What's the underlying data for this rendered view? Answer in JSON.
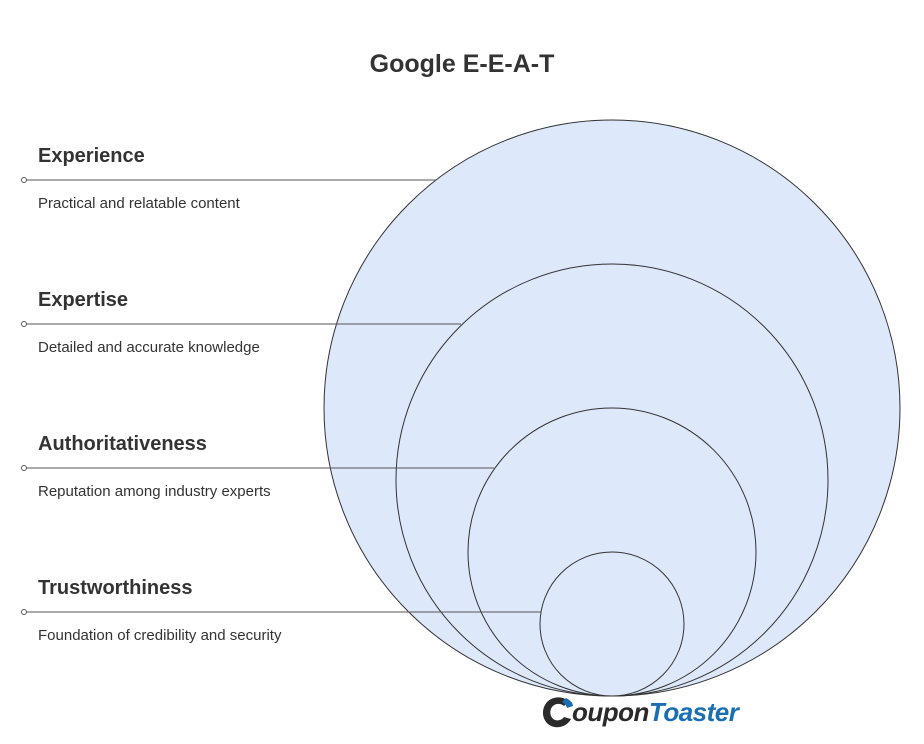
{
  "title": "Google E-E-A-T",
  "levels": [
    {
      "label": "Experience",
      "description": "Practical and relatable content"
    },
    {
      "label": "Expertise",
      "description": "Detailed and accurate knowledge"
    },
    {
      "label": "Authoritativeness",
      "description": "Reputation among industry experts"
    },
    {
      "label": "Trustworthiness",
      "description": "Foundation of credibility and security"
    }
  ],
  "colors": {
    "circle_fill": "#dde8fb",
    "circle_stroke": "#333333",
    "connector": "#555555",
    "text": "#333333",
    "logo_accent": "#1a6fb3",
    "logo_dark": "#2a2a2a"
  },
  "logo": {
    "part1": "oupon",
    "part2": "Toaster",
    "icon": "c-swoosh-logo-icon"
  }
}
